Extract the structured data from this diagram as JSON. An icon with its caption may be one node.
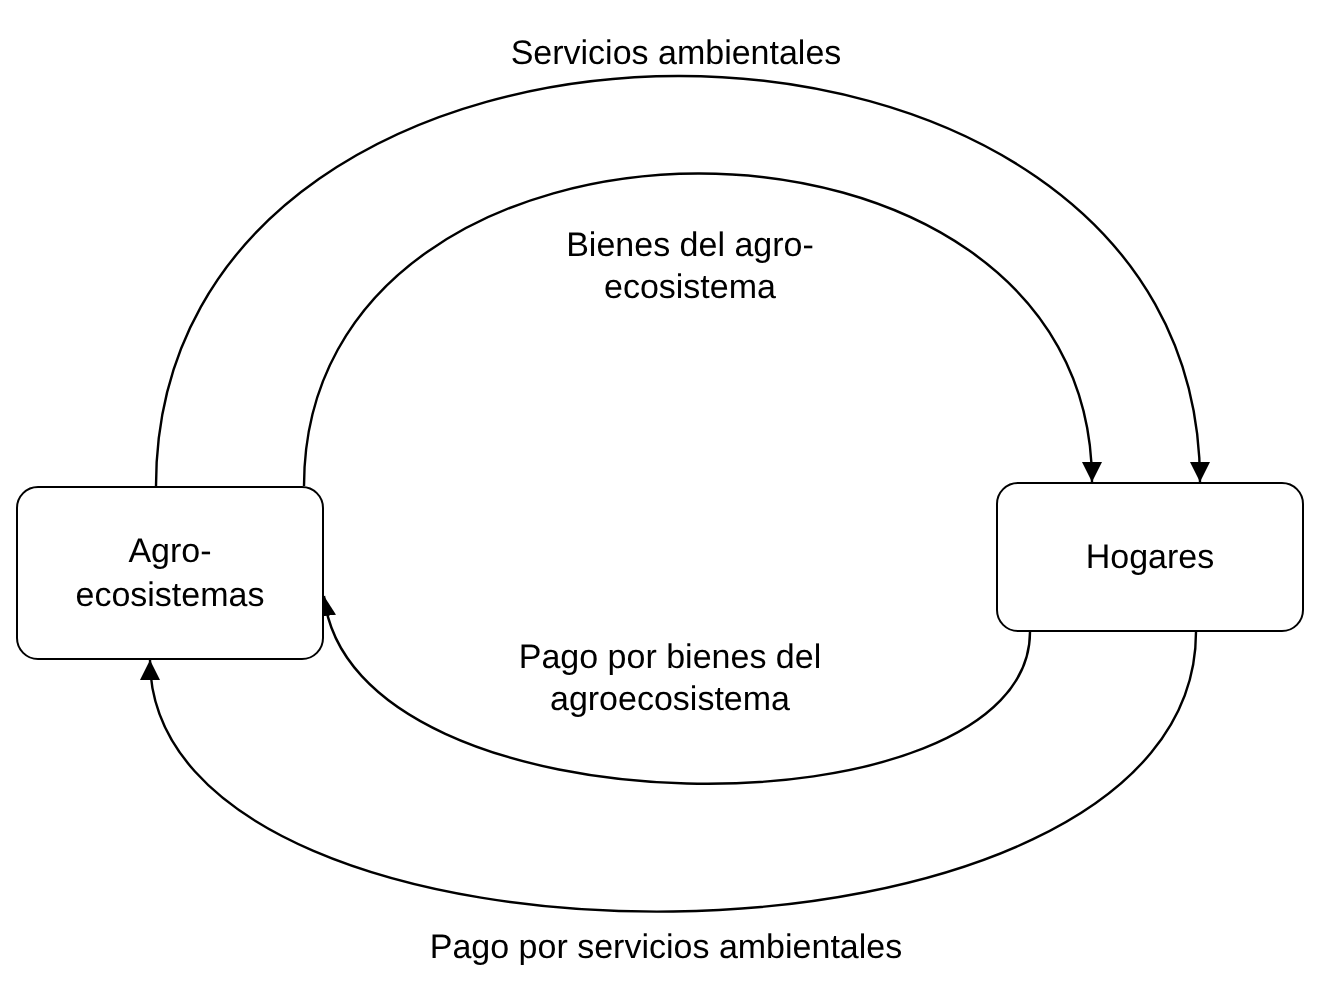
{
  "diagram": {
    "nodes": [
      {
        "text": [
          "Agro- ecosistemas"
        ]
      },
      {
        "text": [
          "Hogares"
        ]
      }
    ],
    "edges": [
      {
        "from": 0,
        "to": 1,
        "arrow": "to",
        "label": "Servicios ambientales"
      },
      {
        "from": 0,
        "to": 1,
        "arrow": "to",
        "label": "Bienes del agro- ecosistema"
      },
      {
        "from": 1,
        "to": 0,
        "arrow": "to",
        "label": "Pago por bienes del agroecosistema"
      },
      {
        "from": 1,
        "to": 0,
        "arrow": "to",
        "label": "Pago por servicios ambientales"
      }
    ]
  }
}
